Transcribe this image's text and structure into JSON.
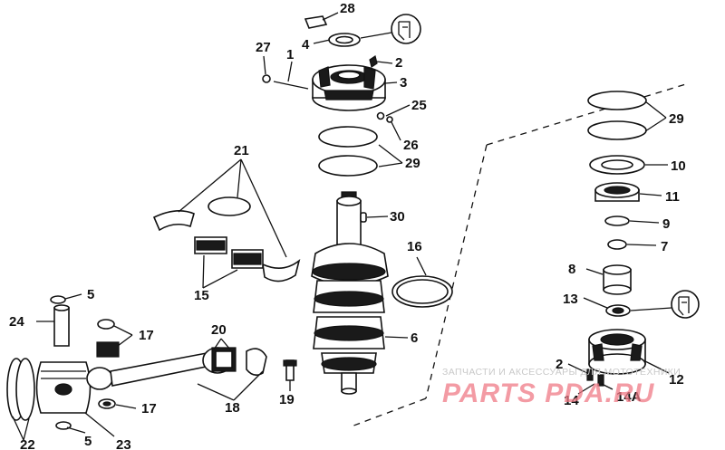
{
  "labels": {
    "p1": "1",
    "p2a": "2",
    "p2b": "2",
    "p3": "3",
    "p4": "4",
    "p5a": "5",
    "p5b": "5",
    "p6": "6",
    "p7": "7",
    "p8": "8",
    "p9": "9",
    "p10": "10",
    "p11": "11",
    "p12": "12",
    "p13": "13",
    "p14": "14",
    "p14a": "14A",
    "p15": "15",
    "p16": "16",
    "p17a": "17",
    "p17b": "17",
    "p18": "18",
    "p19": "19",
    "p20": "20",
    "p21": "21",
    "p22": "22",
    "p23": "23",
    "p24": "24",
    "p25": "25",
    "p26": "26",
    "p27": "27",
    "p28": "28",
    "p29a": "29",
    "p29b": "29",
    "p30": "30"
  },
  "watermark": {
    "caption": "ЗАПЧАСТИ И АКСЕССУАРЫ ДЛЯ МОТОТЕХНИКИ",
    "brand": "PARTS PDA.RU"
  },
  "icons": [
    "sealant-tube-icon",
    "sealant-tube-icon"
  ],
  "colors": {
    "line": "#111111",
    "watermark_text": "#c9c9c9",
    "watermark_brand": "#f07a86"
  }
}
